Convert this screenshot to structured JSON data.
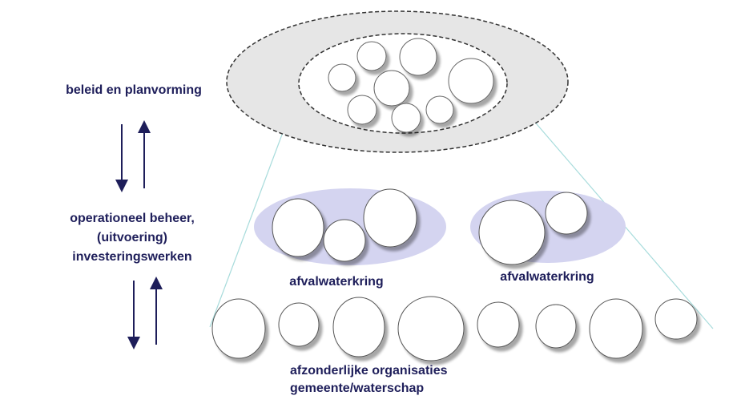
{
  "labels": {
    "policy": "beleid en planvorming",
    "operational_1": "operationeel beheer,",
    "operational_2": "(uitvoering)",
    "operational_3": "investeringswerken",
    "cluster_left": "afvalwaterkring",
    "cluster_right": "afvalwaterkring",
    "orgs_1": "afzonderlijke organisaties",
    "orgs_2": "gemeente/waterschap"
  },
  "colors": {
    "text": "#1e1e5a",
    "outer_ellipse": "#e6e6e6",
    "cluster_fill": "#d4d4f0",
    "connector": "#a8dcdc",
    "arrow": "#1e1e5a"
  }
}
